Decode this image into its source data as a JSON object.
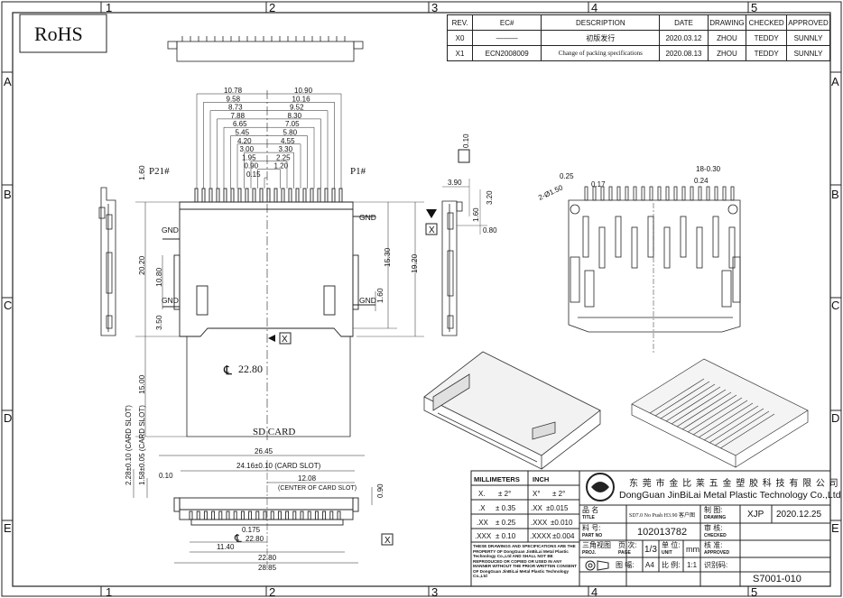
{
  "rohs": "RoHS",
  "grid": {
    "cols": [
      "1",
      "2",
      "3",
      "4",
      "5"
    ],
    "rows": [
      "A",
      "B",
      "C",
      "D",
      "E"
    ]
  },
  "revision": {
    "headers": [
      "REV.",
      "EC#",
      "DESCRIPTION",
      "DATE",
      "DRAWING",
      "CHECKED",
      "APPROVED"
    ],
    "rows": [
      [
        "X0",
        "———",
        "初版发行",
        "2020.03.12",
        "ZHOU",
        "TEDDY",
        "SUNNLY"
      ],
      [
        "X1",
        "ECN2008009",
        "Change of packing specifications",
        "2020.08.13",
        "ZHOU",
        "TEDDY",
        "SUNNLY"
      ]
    ]
  },
  "front_view": {
    "dims_left": [
      "10.78",
      "9.58",
      "8.73",
      "7.88",
      "6.65",
      "5.45",
      "4.20",
      "3.00",
      "1.95",
      "0.90",
      "0.15"
    ],
    "dims_right": [
      "10.90",
      "10.16",
      "9.52",
      "8.30",
      "7.05",
      "5.80",
      "4.55",
      "3.30",
      "2.25",
      "1.20"
    ],
    "pin_left": "P21#",
    "pin_right": "P1#",
    "dim_160": "1.60",
    "gnd": "GND",
    "h_2020": "20.20",
    "h_1080": "10.80",
    "h_350": "3.50",
    "h_1530": "15.30",
    "h_1920": "19.20",
    "h_160b": "1.60",
    "h_1500": "15.00",
    "datum": "X",
    "center_label": "22.80",
    "card_label": "SD CARD"
  },
  "side_view": {
    "d_010": "0.10",
    "d_390": "3.90",
    "d_320": "3.20",
    "d_160": "1.60",
    "d_080": "0.80",
    "datum": "X"
  },
  "iso_view": {
    "d_025": "0.25",
    "d_017": "0.17",
    "d_150": "2-Ø1.50",
    "d_18": "18-0.30",
    "d_024": "0.24"
  },
  "bottom_view": {
    "card_slot_1": "2.28±0.10 (CARD SLOT)",
    "card_slot_2": "1.58±0.05 (CARD SLOT)",
    "d_010": "0.10",
    "d_2645": "26.45",
    "d_2416": "24.16±0.10 (CARD SLOT)",
    "d_1208": "12.08",
    "center_slot": "(CENTER OF CARD SLOT)",
    "d_090": "0.90",
    "d_0175": "0.175",
    "d_2280c": "22.80",
    "d_1140": "11.40",
    "d_2280": "22.80",
    "d_2885": "28.85",
    "datum": "X"
  },
  "tolerance": {
    "headers": [
      "MILLIMETERS",
      "INCH"
    ],
    "rows": [
      [
        "X.",
        "± 2°",
        "X°",
        "± 2°"
      ],
      [
        ".X",
        "± 0.35",
        ".XX",
        "±0.015"
      ],
      [
        ".XX",
        "± 0.25",
        ".XXX",
        "±0.010"
      ],
      [
        ".XXX",
        "± 0.10",
        ".XXXX",
        "±0.004"
      ]
    ],
    "notice": "THESE DRAWINGS AND SPECIFICATIONS ARE THE PROPERTY OF DongGuan JinBiLai Metal Plastic Technology Co.,Ltd AND SHALL NOT BE REPRODUCED OR COPIED OR USED IN ANY MANNER WITHOUT THE PRIOR WRITTEN CONSENT OF DongGuan JinBiLai Metal Plastic Technology Co.,Ltd"
  },
  "title_block": {
    "company_cn": "东 莞 市 金 比 莱 五 金 塑 胶 科 技 有 限 公 司",
    "company_en": "DongGuan JinBiLai Metal Plastic Technology Co.,Ltd",
    "title_label": "品 名",
    "title_sub": "TITLE",
    "title_value": "SD7.0 No Push H3.90 客户图",
    "drawing_label": "制 图:",
    "drawing_sub": "DRAWING",
    "drawing_value": "XJP",
    "drawing_date": "2020.12.25",
    "part_label": "料 号:",
    "part_sub": "PART NO",
    "part_value": "102013782",
    "checked_label": "审 核:",
    "checked_sub": "CHECKED",
    "proj_label": "三角视图",
    "proj_sub": "PROJ.",
    "page_label": "页 次:",
    "page_sub": "PAGE",
    "page_value": "1/3",
    "unit_label": "单 位:",
    "unit_sub": "UNIT",
    "unit_value": "mm",
    "approved_label": "核 准:",
    "approved_sub": "APPROVED",
    "size_label": "图 幅:",
    "size_value": "A4",
    "scale_label": "比 例:",
    "scale_value": "1:1",
    "code_label": "识别码:",
    "code_value": "S7001-010"
  }
}
